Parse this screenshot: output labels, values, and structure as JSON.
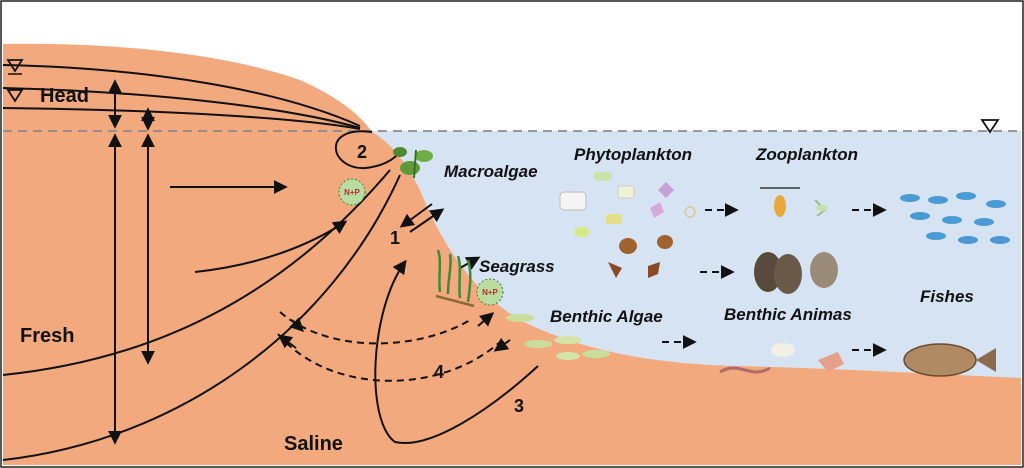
{
  "labels": {
    "head": "Head",
    "fresh": "Fresh",
    "saline": "Saline",
    "macroalgae": "Macroalgae",
    "seagrass": "Seagrass",
    "phytoplankton": "Phytoplankton",
    "zooplankton": "Zooplankton",
    "benthic_algae": "Benthic Algae",
    "benthic_animals": "Benthic Animas",
    "fishes": "Fishes",
    "nutrient": "N+P"
  },
  "flow_numbers": [
    "1",
    "2",
    "3",
    "4"
  ],
  "colors": {
    "land": "#f2a97e",
    "water": "#d5e3f3",
    "water_line": "#8a8a8a",
    "nutrient_fill": "#b9dca0",
    "nutrient_text": "#c0282d",
    "fish": "#4a9bd3"
  }
}
